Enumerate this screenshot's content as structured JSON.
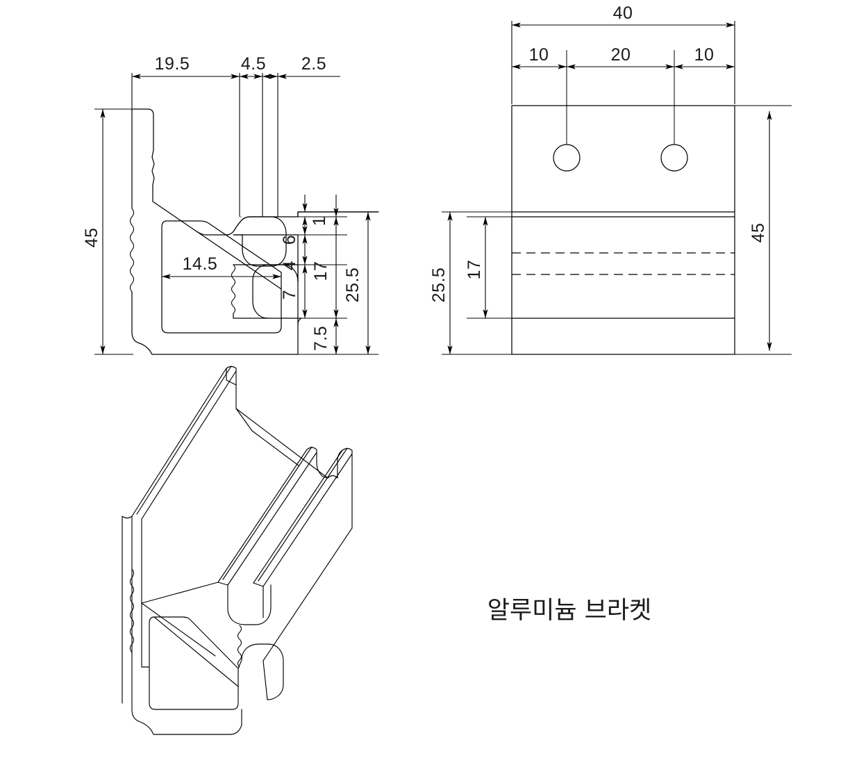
{
  "drawing": {
    "title_label": "알루미늄 브라켓",
    "background_color": "#ffffff",
    "line_color": "#000000",
    "units": "mm",
    "views": [
      {
        "id": "section-view",
        "name": "cross-section-profile"
      },
      {
        "id": "front-view",
        "name": "front-elevation"
      },
      {
        "id": "iso-view",
        "name": "isometric-extrusion"
      }
    ]
  },
  "section_view": {
    "name": "cross-section-profile",
    "dimensions": {
      "top_chain": [
        {
          "label": "19.5",
          "id": "dim-19-5"
        },
        {
          "label": "4.5",
          "id": "dim-4-5"
        },
        {
          "label": "2.5",
          "id": "dim-2-5"
        }
      ],
      "height_overall": {
        "label": "45",
        "id": "dim-45-left"
      },
      "chamber_width": {
        "label": "14.5",
        "id": "dim-14-5"
      },
      "web_thickness": {
        "label": "1",
        "id": "dim-1"
      },
      "slot_upper": {
        "label": "6",
        "id": "dim-6"
      },
      "slot_middle": {
        "label": "4",
        "id": "dim-4"
      },
      "slot_lower": {
        "label": "7",
        "id": "dim-7"
      },
      "slot_total": {
        "label": "17",
        "id": "dim-17-left"
      },
      "bottom_offset": {
        "label": "7.5",
        "id": "dim-7-5"
      },
      "stack_total": {
        "label": "25.5",
        "id": "dim-25-5-left"
      }
    }
  },
  "front_view": {
    "name": "front-elevation",
    "dimensions": {
      "width_overall": {
        "label": "40",
        "id": "dim-40"
      },
      "hole_edge_left": {
        "label": "10",
        "id": "dim-10-left"
      },
      "hole_spacing": {
        "label": "20",
        "id": "dim-20"
      },
      "hole_edge_right": {
        "label": "10",
        "id": "dim-10-right"
      },
      "height_overall": {
        "label": "45",
        "id": "dim-45-right"
      },
      "slot_depth": {
        "label": "17",
        "id": "dim-17-right"
      },
      "stack_total": {
        "label": "25.5",
        "id": "dim-25-5-right"
      }
    },
    "holes": [
      {
        "id": "hole-left"
      },
      {
        "id": "hole-right"
      }
    ]
  },
  "iso_view": {
    "name": "isometric-extrusion"
  }
}
